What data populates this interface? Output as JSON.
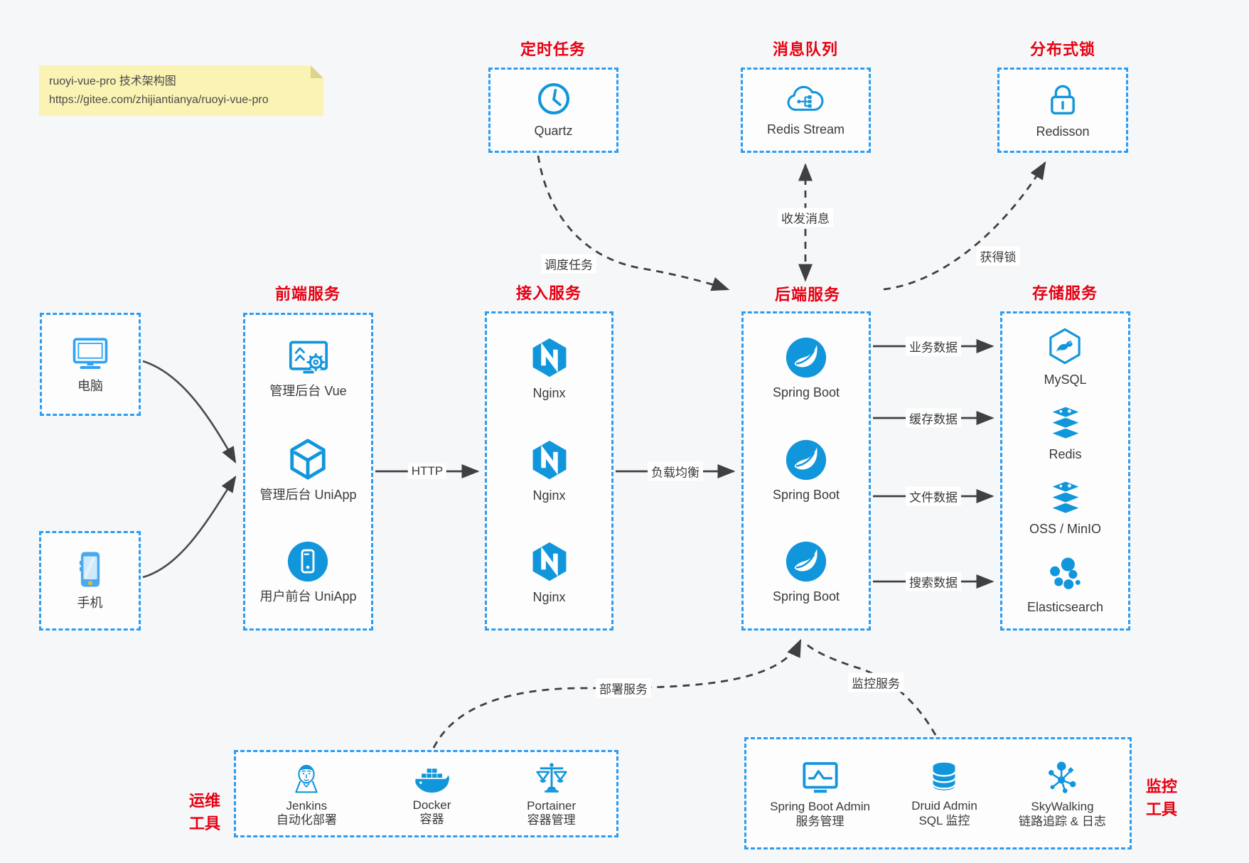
{
  "note": {
    "line1": "ruoyi-vue-pro 技术架构图",
    "line2": "https://gitee.com/zhijiantianya/ruoyi-vue-pro"
  },
  "colors": {
    "icon_blue": "#1296db",
    "border_blue": "#2b9df3",
    "title_red": "#e60012",
    "wire_dark": "#3f4043",
    "note_bg": "#faf3b3"
  },
  "groups": {
    "scheduled": {
      "title": "定时任务",
      "items": [
        {
          "label": "Quartz",
          "icon": "clock-icon"
        }
      ]
    },
    "mq": {
      "title": "消息队列",
      "items": [
        {
          "label": "Redis Stream",
          "icon": "cloud-stream-icon"
        }
      ]
    },
    "lock": {
      "title": "分布式锁",
      "items": [
        {
          "label": "Redisson",
          "icon": "padlock-icon"
        }
      ]
    },
    "clients": {
      "items": [
        {
          "label": "电脑",
          "icon": "desktop-icon"
        },
        {
          "label": "手机",
          "icon": "smartphone-icon"
        }
      ]
    },
    "frontend": {
      "title": "前端服务",
      "items": [
        {
          "label": "管理后台 Vue",
          "icon": "admin-screen-gear-icon"
        },
        {
          "label": "管理后台 UniApp",
          "icon": "uniapp-cube-icon"
        },
        {
          "label": "用户前台 UniApp",
          "icon": "user-app-circle-icon"
        }
      ]
    },
    "gateway": {
      "title": "接入服务",
      "items": [
        {
          "label": "Nginx",
          "icon": "nginx-icon"
        },
        {
          "label": "Nginx",
          "icon": "nginx-icon"
        },
        {
          "label": "Nginx",
          "icon": "nginx-icon"
        }
      ]
    },
    "backend": {
      "title": "后端服务",
      "items": [
        {
          "label": "Spring Boot",
          "icon": "spring-icon"
        },
        {
          "label": "Spring Boot",
          "icon": "spring-icon"
        },
        {
          "label": "Spring Boot",
          "icon": "spring-icon"
        }
      ]
    },
    "storage": {
      "title": "存储服务",
      "items": [
        {
          "label": "MySQL",
          "icon": "mysql-icon"
        },
        {
          "label": "Redis",
          "icon": "layer-stack-icon"
        },
        {
          "label": "OSS / MinIO",
          "icon": "layer-stack-icon"
        },
        {
          "label": "Elasticsearch",
          "icon": "elasticsearch-icon"
        }
      ]
    },
    "ops": {
      "title_line1": "运维",
      "title_line2": "工具",
      "items": [
        {
          "label": "Jenkins",
          "sublabel": "自动化部署",
          "icon": "jenkins-butler-icon"
        },
        {
          "label": "Docker",
          "sublabel": "容器",
          "icon": "docker-whale-icon"
        },
        {
          "label": "Portainer",
          "sublabel": "容器管理",
          "icon": "scales-icon"
        }
      ]
    },
    "monitoring": {
      "title_line1": "监控",
      "title_line2": "工具",
      "items": [
        {
          "label": "Spring Boot Admin",
          "sublabel": "服务管理",
          "icon": "monitor-pulse-icon"
        },
        {
          "label": "Druid Admin",
          "sublabel": "SQL 监控",
          "icon": "database-icon"
        },
        {
          "label": "SkyWalking",
          "sublabel": "链路追踪 & 日志",
          "icon": "molecule-icon"
        }
      ]
    }
  },
  "edges": {
    "http": "HTTP",
    "load_balance": "负载均衡",
    "schedule_task": "调度任务",
    "send_receive": "收发消息",
    "acquire_lock": "获得锁",
    "business_data": "业务数据",
    "cache_data": "缓存数据",
    "file_data": "文件数据",
    "search_data": "搜索数据",
    "deploy_service": "部署服务",
    "monitor_service": "监控服务"
  }
}
